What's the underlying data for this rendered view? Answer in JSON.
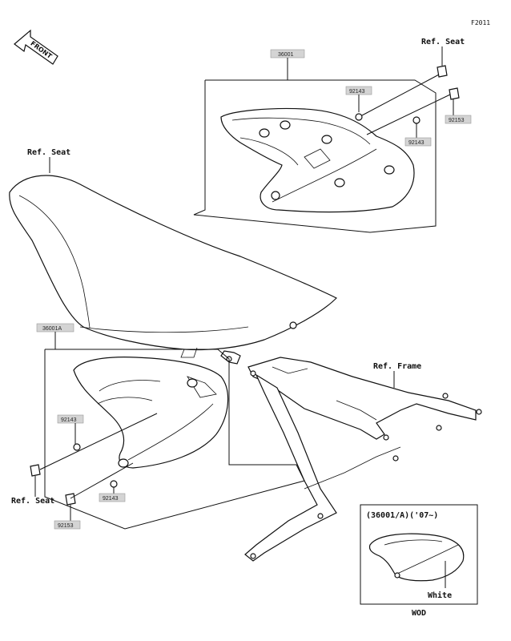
{
  "figure_id": "F2011",
  "front_badge": "FRONT",
  "labels": {
    "ref_seat_top": "Ref. Seat",
    "ref_seat_left": "Ref. Seat",
    "ref_seat_bottom": "Ref. Seat",
    "ref_frame": "Ref. Frame",
    "variant_header": "(36001/A)('07~)",
    "variant_color": "White",
    "variant_code": "WOD"
  },
  "part_codes": {
    "upper_cover": "36001",
    "upper_washer": "92143",
    "upper_bolt": "92153",
    "upper_washer_2": "92143",
    "lower_cover": "36001A",
    "lower_washer_a": "92143",
    "lower_washer_b": "92143",
    "lower_bolt": "92153"
  }
}
